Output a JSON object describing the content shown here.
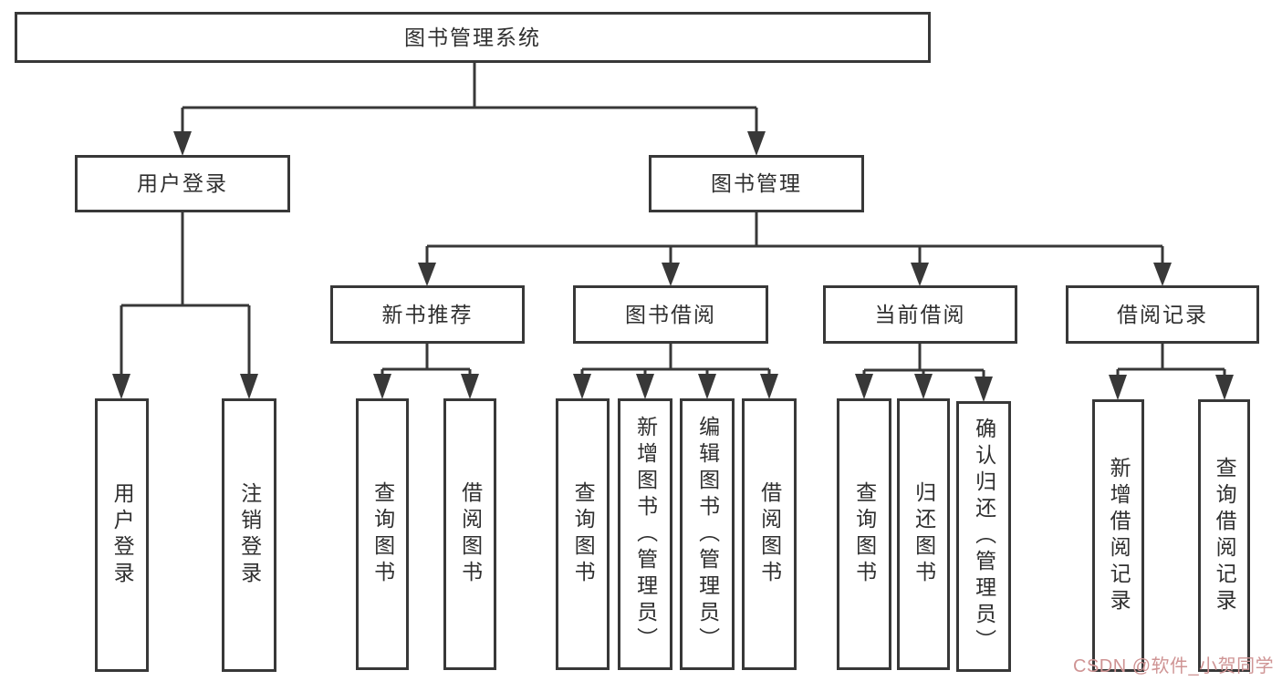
{
  "diagram": {
    "root_label": "图书管理系统",
    "user_login": {
      "label": "用户登录",
      "leaves": [
        "用户登录",
        "注销登录"
      ]
    },
    "book_management": {
      "label": "图书管理",
      "sections": [
        {
          "label": "新书推荐",
          "leaves": [
            "查询图书",
            "借阅图书"
          ]
        },
        {
          "label": "图书借阅",
          "leaves": [
            "查询图书",
            "新增图书（管理员）",
            "编辑图书（管理员）",
            "借阅图书"
          ]
        },
        {
          "label": "当前借阅",
          "leaves": [
            "查询图书",
            "归还图书",
            "确认归还（管理员）"
          ]
        },
        {
          "label": "借阅记录",
          "leaves": [
            "新增借阅记录",
            "查询借阅记录"
          ]
        }
      ]
    }
  },
  "watermark": {
    "text": "CSDN @软件_小贺同学",
    "color": "#cf9494"
  },
  "colors": {
    "line": "#383838",
    "text": "#2f2f2f",
    "background": "#ffffff"
  }
}
